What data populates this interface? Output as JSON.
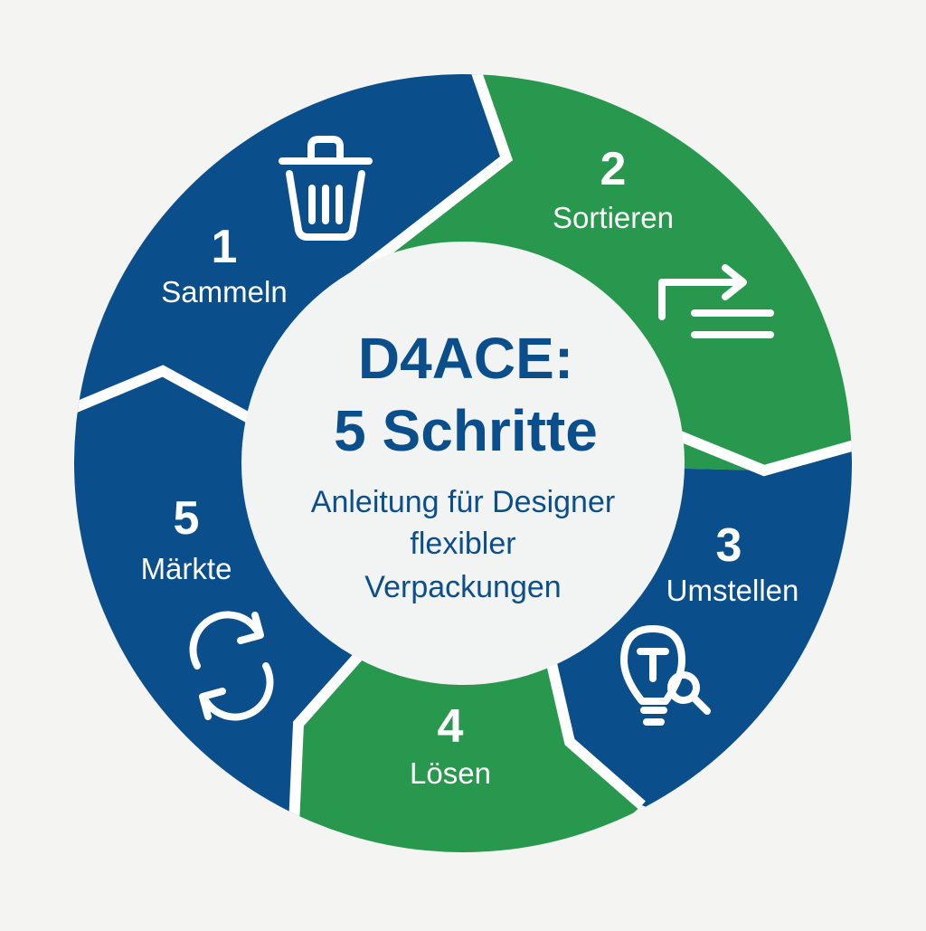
{
  "colors": {
    "background": "#f4f4f3",
    "blue": "#0a4f8c",
    "green": "#27984d",
    "center": "#f2f3f3",
    "separator": "#ffffff"
  },
  "center": {
    "title_line1": "D4ACE:",
    "title_line2": "5 Schritte",
    "subtitle_line1": "Anleitung für Designer",
    "subtitle_line2": "flexibler",
    "subtitle_line3": "Verpackungen"
  },
  "steps": [
    {
      "number": "1",
      "label": "Sammeln",
      "color": "blue",
      "icon": "trash-bin-icon"
    },
    {
      "number": "2",
      "label": "Sortieren",
      "color": "green",
      "icon": "sort-arrow-icon"
    },
    {
      "number": "3",
      "label": "Umstellen",
      "color": "blue",
      "icon": "lightbulb-search-icon"
    },
    {
      "number": "4",
      "label": "Lösen",
      "color": "green",
      "icon": ""
    },
    {
      "number": "5",
      "label": "Märkte",
      "color": "blue",
      "icon": "recycle-arrows-icon"
    }
  ]
}
